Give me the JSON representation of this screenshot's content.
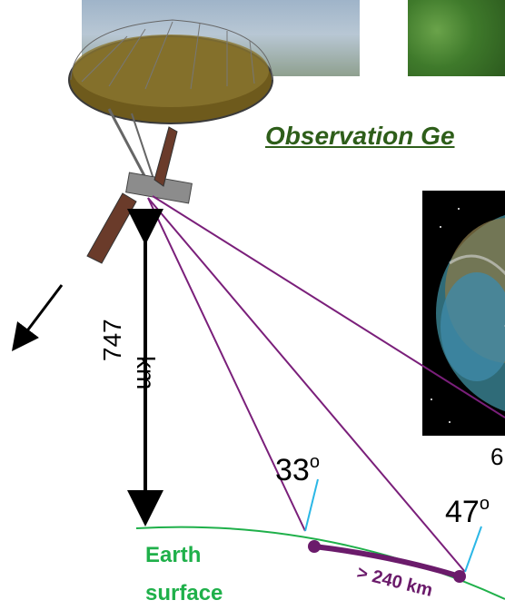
{
  "title": "Observation Ge",
  "altitude": {
    "value": "747",
    "unit": "km"
  },
  "angles": {
    "inner": "33",
    "outer": "47",
    "degree_mark": "o"
  },
  "earth_label": {
    "line1": "Earth",
    "line2": "surface"
  },
  "swath": "> 240 km",
  "earth_image_label": "6",
  "colors": {
    "title": "#2e5e1a",
    "geometry_lines": "#7a1f7a",
    "earth_surface": "#1fb04a",
    "normals": "#2bb7e6",
    "swath": "#6b1b6b"
  }
}
